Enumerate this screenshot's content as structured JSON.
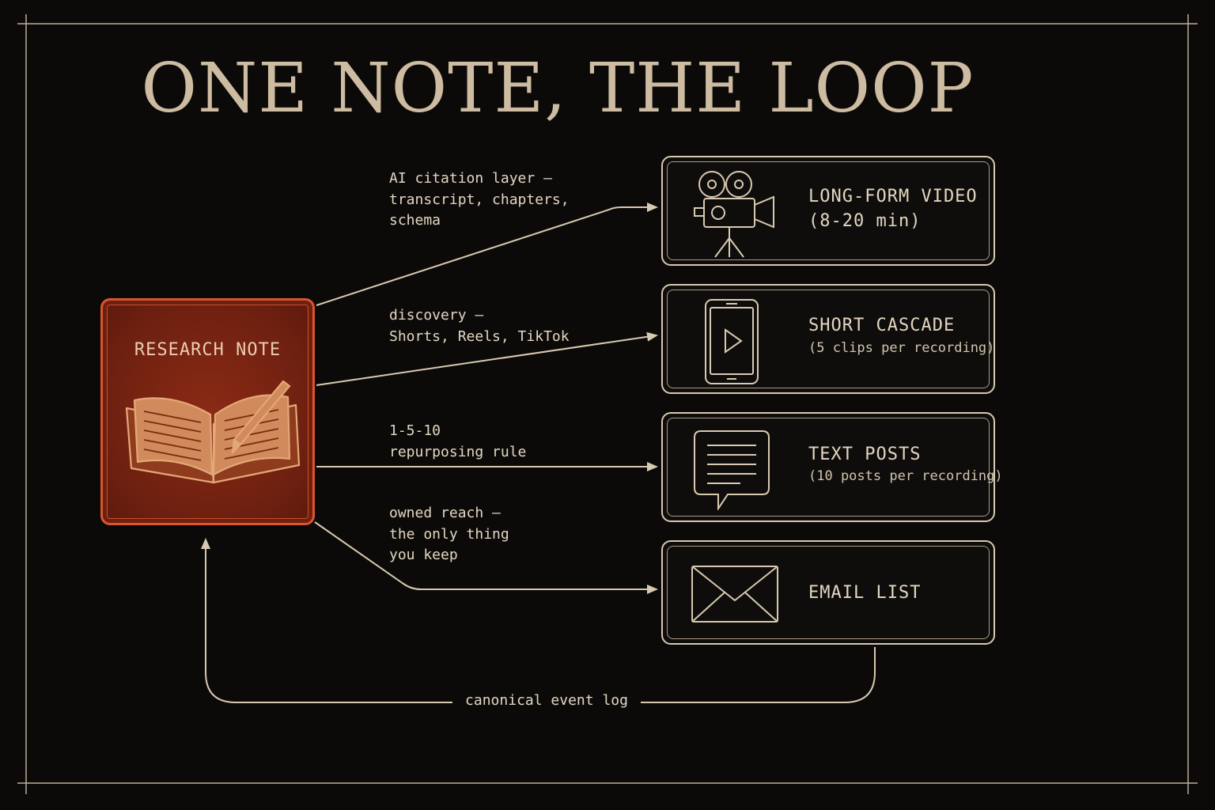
{
  "title": "ONE NOTE, THE LOOP",
  "source": {
    "label": "RESEARCH NOTE",
    "icon": "open-book-with-pen-icon"
  },
  "outputs": [
    {
      "title_lines": [
        "LONG-FORM VIDEO",
        "(8-20 min)"
      ],
      "subtitle": "",
      "icon": "film-camera-icon",
      "edge_label_lines": [
        "AI citation layer —",
        "transcript, chapters,",
        "schema"
      ]
    },
    {
      "title_lines": [
        "SHORT CASCADE"
      ],
      "subtitle": "(5 clips per recording)",
      "icon": "phone-play-icon",
      "edge_label_lines": [
        "discovery —",
        "Shorts, Reels, TikTok"
      ]
    },
    {
      "title_lines": [
        "TEXT POSTS"
      ],
      "subtitle": "(10 posts per recording)",
      "icon": "speech-bubble-icon",
      "edge_label_lines": [
        "1-5-10",
        "repurposing rule"
      ]
    },
    {
      "title_lines": [
        "EMAIL LIST"
      ],
      "subtitle": "",
      "icon": "envelope-icon",
      "edge_label_lines": [
        "owned reach —",
        "the only thing",
        "you keep"
      ]
    }
  ],
  "loop_label": "canonical event log",
  "colors": {
    "background": "#0c0a09",
    "line": "#d8c9b1",
    "accent_red": "#7a2412",
    "accent_border": "#d9552f",
    "title": "#cdbca2"
  }
}
